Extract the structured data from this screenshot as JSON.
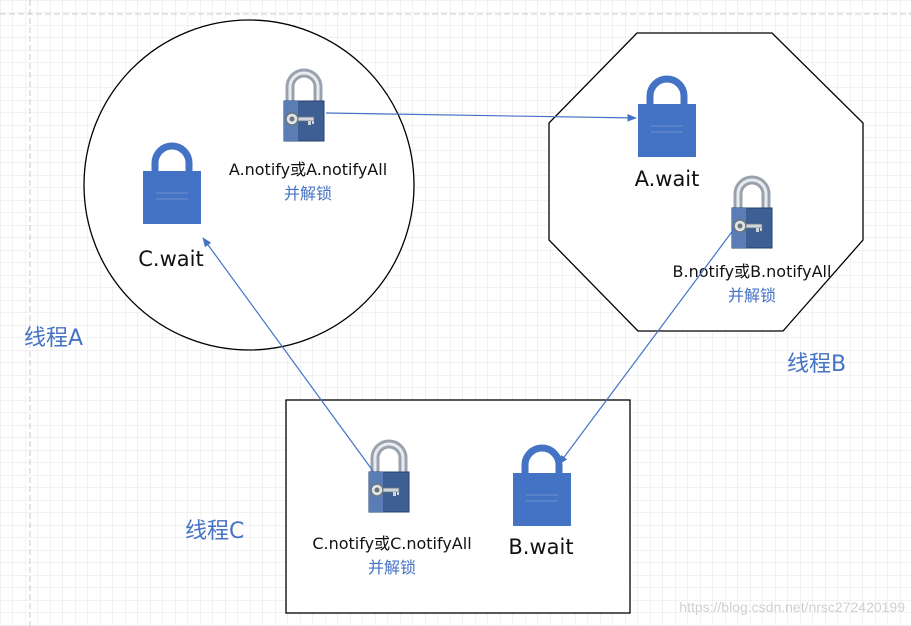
{
  "colors": {
    "accent": "#4472c4",
    "lock_closed": "#4472c4",
    "lock_key_body": "#3d5f93",
    "shackle_silver": "#b8bec6",
    "grid": "#d9d9d9",
    "outline": "#000000"
  },
  "thread_a": {
    "label": "线程A",
    "wait_lock": {
      "icon": "padlock-closed-icon",
      "label": "C.wait"
    },
    "notify_lock": {
      "icon": "padlock-key-icon",
      "label": "A.notify或A.notifyAll",
      "sub": "并解锁"
    }
  },
  "thread_b": {
    "label": "线程B",
    "wait_lock": {
      "icon": "padlock-closed-icon",
      "label": "A.wait"
    },
    "notify_lock": {
      "icon": "padlock-key-icon",
      "label": "B.notify或B.notifyAll",
      "sub": "并解锁"
    }
  },
  "thread_c": {
    "label": "线程C",
    "wait_lock": {
      "icon": "padlock-closed-icon",
      "label": "B.wait"
    },
    "notify_lock": {
      "icon": "padlock-key-icon",
      "label": "C.notify或C.notifyAll",
      "sub": "并解锁"
    }
  },
  "watermark": "https://blog.csdn.net/nrsc272420199"
}
